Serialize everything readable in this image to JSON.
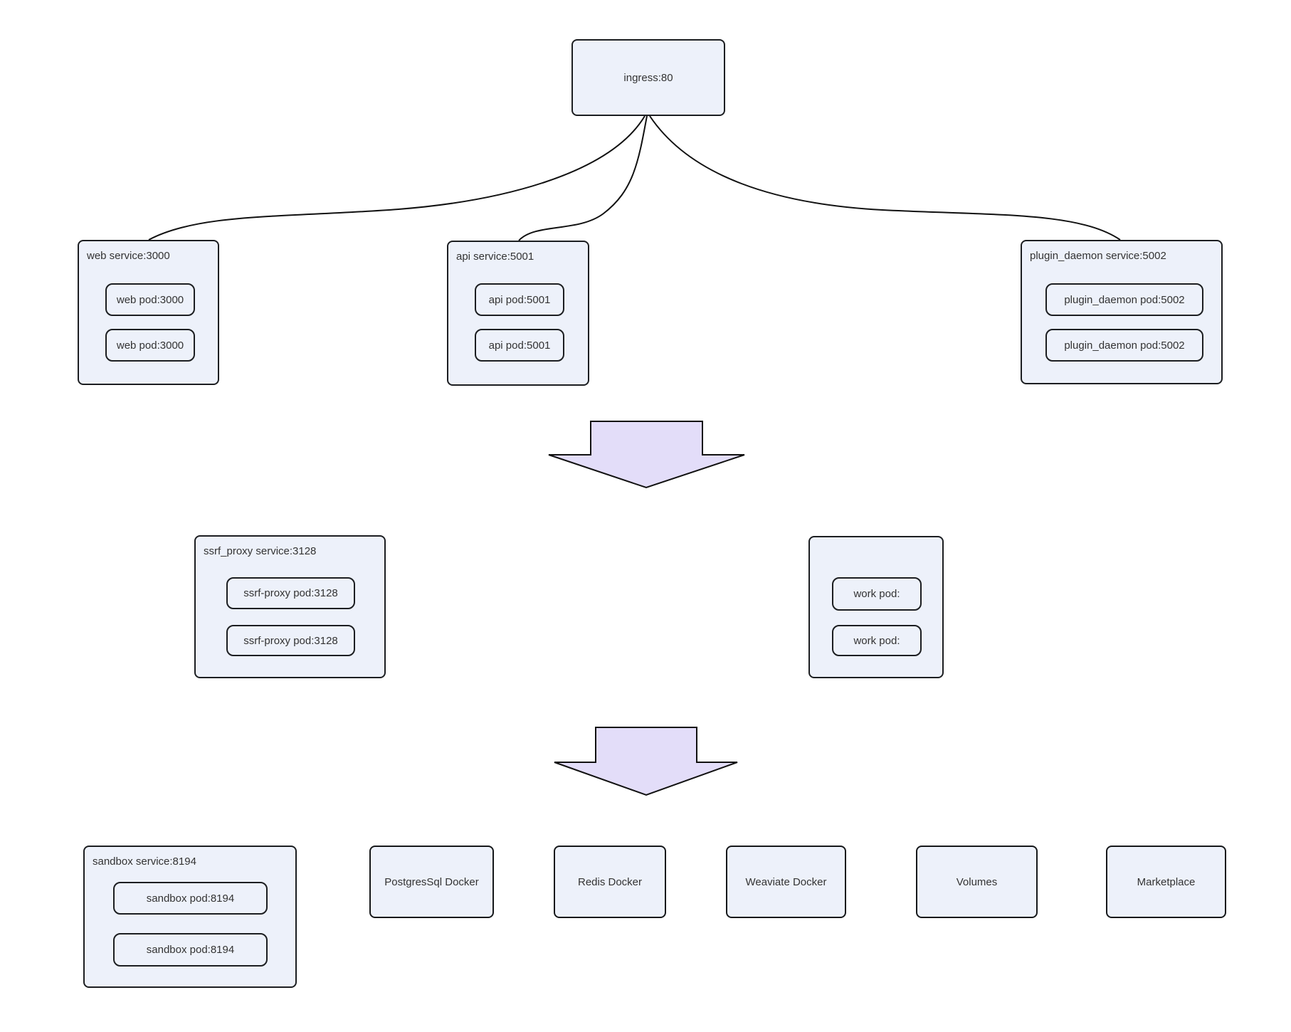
{
  "diagram": {
    "title": "service architecture diagram",
    "colors": {
      "node_fill": "#edf1fa",
      "node_border": "#1c1e21",
      "arrow_fill": "#e3ddf9",
      "arrow_border": "#111111",
      "edge_stroke": "#111111",
      "text": "#333333",
      "background": "#ffffff"
    },
    "ingress": {
      "label": "ingress:80"
    },
    "tier1": [
      {
        "label": "web service:3000",
        "pods": [
          "web pod:3000",
          "web pod:3000"
        ]
      },
      {
        "label": "api service:5001",
        "pods": [
          "api pod:5001",
          "api pod:5001"
        ]
      },
      {
        "label": "plugin_daemon service:5002",
        "pods": [
          "plugin_daemon pod:5002",
          "plugin_daemon pod:5002"
        ]
      }
    ],
    "tier2": [
      {
        "label": "ssrf_proxy service:3128",
        "pods": [
          "ssrf-proxy pod:3128",
          "ssrf-proxy pod:3128"
        ]
      },
      {
        "label": "",
        "pods": [
          "work pod:",
          "work pod:"
        ]
      }
    ],
    "tier3": {
      "sandbox": {
        "label": "sandbox service:8194",
        "pods": [
          "sandbox pod:8194",
          "sandbox pod:8194"
        ]
      },
      "simple_nodes": [
        "PostgresSql Docker",
        "Redis Docker",
        "Weaviate Docker",
        "Volumes",
        "Marketplace"
      ]
    }
  }
}
